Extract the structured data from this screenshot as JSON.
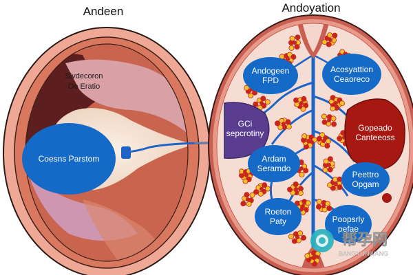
{
  "titles": {
    "left": "Andeen",
    "right": "Andoyation"
  },
  "left_diagram": {
    "upper_label_line1": "Sivdecoron",
    "upper_label_line2": "Oe Eratio",
    "main_label": "Coesns Parstom"
  },
  "right_diagram": {
    "labels": {
      "top_left_line1": "Andogeen",
      "top_left_line2": "FPD",
      "top_right_line1": "Acosyattion",
      "top_right_line2": "Ceaoreco",
      "side_line1": "GCi",
      "side_line2": "sepcrotiny",
      "red_line1": "Gopeado",
      "red_line2": "Canteeoss",
      "middle_line1": "Ardam",
      "middle_line2": "Seramdo",
      "lower_right_line1": "Peettro",
      "lower_right_line2": "Opgam",
      "bottom_left_line1": "Roeton",
      "bottom_left_line2": "Paty",
      "bottom_right_line1": "Poopsrly",
      "bottom_right_line2": "pefae"
    }
  },
  "watermark": {
    "chinese": "帮孕网",
    "latin": "BANGYUNWANG"
  },
  "colors": {
    "blue": "#1569c7",
    "vessel_blue": "#1e63c6",
    "tissue_pink": "#f3c6b6",
    "outer_rim": "#c85f52",
    "cluster_red": "#c8261a",
    "cluster_yellow": "#f2c12e",
    "purple": "#5a3d8f",
    "dark_red": "#a81812"
  }
}
